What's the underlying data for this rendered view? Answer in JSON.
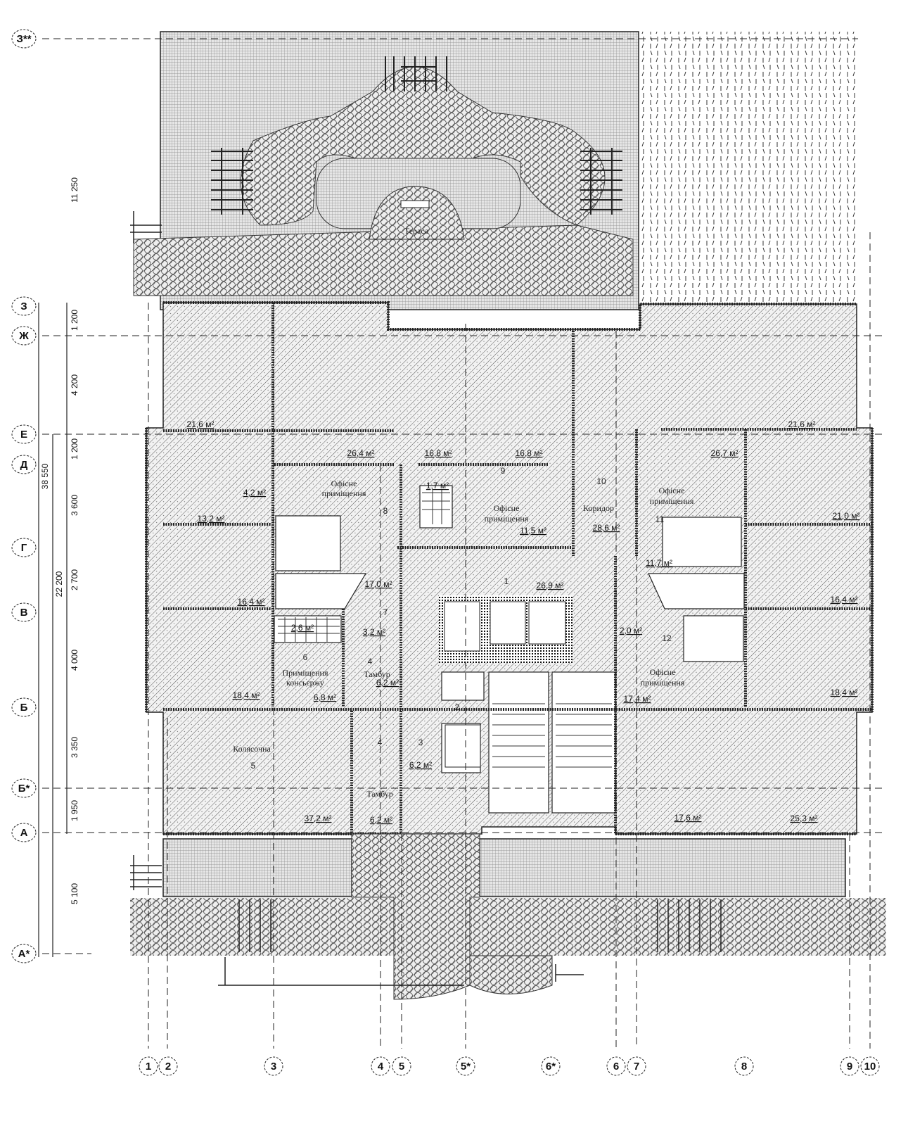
{
  "colors": {
    "ink": "#222222",
    "paper": "#ffffff"
  },
  "axes": {
    "rows": [
      "З**",
      "З",
      "Ж",
      "Е",
      "Д",
      "Г",
      "В",
      "Б",
      "Б*",
      "А",
      "А*"
    ],
    "columns": [
      "1",
      "2",
      "3",
      "4",
      "5",
      "5*",
      "6*",
      "6",
      "7",
      "8",
      "9",
      "10"
    ]
  },
  "dimensions": {
    "overall": "38 550",
    "building": "22 200",
    "segments": [
      "11 250",
      "1 200",
      "4 200",
      "1 200",
      "3 600",
      "2 700",
      "4 000",
      "3 350",
      "1 950",
      "5 100"
    ]
  },
  "rooms": {
    "terrace": "Тераса",
    "a1": "21,6 м²",
    "a2": "26,4 м²",
    "a3": "16,8 м²",
    "a4": "16,8 м²",
    "a5": "21,6 м²",
    "a6": "26,7 м²",
    "a7": "4,2 м²",
    "a8": "13,2 м²",
    "r8_name1": "Офісне",
    "r8_name2": "приміщення",
    "r8_num": "8",
    "r8_area": "17,0 м²",
    "a9": "1,7 м²",
    "r9_num": "9",
    "r9_name1": "Офісне",
    "r9_name2": "приміщення",
    "r9_area": "11,5 м²",
    "r10_num": "10",
    "r10_name": "Коридор",
    "r10_area": "28,6 м²",
    "r11_name1": "Офісне",
    "r11_name2": "приміщення",
    "r11_num": "11",
    "r11_area": "11,7 м²",
    "a10": "21,0 м²",
    "a11": "16,4 м²",
    "a12": "16,4 м²",
    "r1_num": "1",
    "r1_area": "26,9 м²",
    "a13": "2,6 м²",
    "r7_num": "7",
    "r7_area": "3,2 м²",
    "a14": "2,0 м²",
    "r12_num": "12",
    "r6_num": "6",
    "r6_name1": "Приміщення",
    "r6_name2": "консьєржу",
    "r6_area": "6,8 м²",
    "r4_num": "4",
    "r4_name": "Тамбур",
    "r4_area": "6,2 м²",
    "a15": "18,4 м²",
    "a16": "18,4 м²",
    "r12_name1": "Офісне",
    "r12_name2": "приміщення",
    "r12_area": "17,4 м²",
    "r2_num": "2",
    "r5_name": "Колясочна",
    "r5_num": "5",
    "r5_area": "37,2 м²",
    "r4b_num": "4",
    "r4b_name": "Тамбур",
    "r4b_area": "6,2 м²",
    "r3_num": "3",
    "r3_area": "6,2 м²",
    "a17": "17,6 м²",
    "a18": "25,3 м²"
  }
}
